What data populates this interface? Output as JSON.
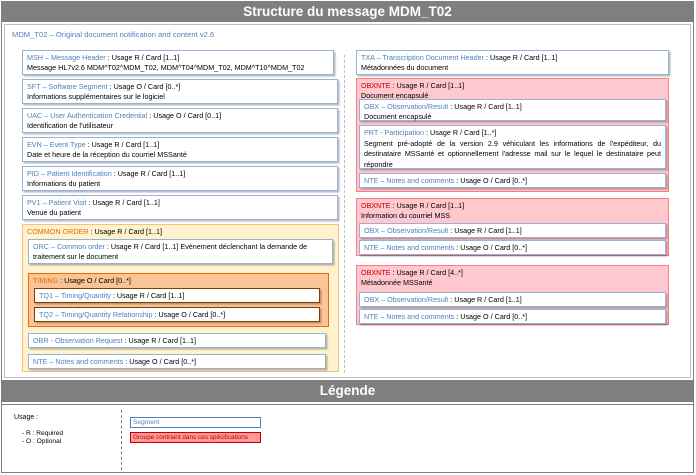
{
  "title": "Structure du message MDM_T02",
  "message_label": "MDM_T02 – Original document notification and content v2.6",
  "left": {
    "msh": {
      "name": "MSH – Message Header",
      "card": " : Usage R / Card [1..1]",
      "desc": "Message HL7v2.6 MDM^T02^MDM_T02, MDM^T04^MDM_T02, MDM^T10^MDM_T02"
    },
    "sft": {
      "name": "SFT – Software Segment",
      "card": " : Usage O / Card [0..*]",
      "desc": "Informations supplémentaires sur le logiciel"
    },
    "uac": {
      "name": "UAC – User Authentication Credential",
      "card": " : Usage O / Card [0..1]",
      "desc": "Identification de l'utilisateur"
    },
    "evn": {
      "name": "EVN – Event Type",
      "card": " : Usage R / Card [1..1]",
      "desc": "Date et heure de la réception du courriel MSSanté"
    },
    "pid": {
      "name": "PID – Patient Identification",
      "card": " :  Usage R / Card [1..1]",
      "desc": "Informations du patient"
    },
    "pv1": {
      "name": "PV1 – Patient Visit",
      "card": " : Usage R / Card [1..1]",
      "desc": "Venue du patient"
    },
    "common_order": {
      "name": "COMMON ORDER",
      "card": " : Usage R / Card [1..1]",
      "orc": {
        "name": "ORC – Common order",
        "card": " : Usage R / Card [1..1] Evènement déclenchant la demande de traitement sur le document"
      },
      "timing": {
        "name": "TIMING",
        "card": " : Usage O / Card [0..*]",
        "tq1": {
          "name": "TQ1 – Timing/Quantity",
          "card": " : Usage R / Card [1..1]"
        },
        "tq2": {
          "name": "TQ2 – Timing/Quantity Relationship",
          "card": " : Usage O / Card [0..*]"
        }
      },
      "obr": {
        "name": "OBR - Observation Request",
        "card": " : Usage R / Card [1..1]"
      },
      "nte": {
        "name": "NTE – Notes and comments",
        "card": " : Usage O / Card [0..*]"
      }
    }
  },
  "right": {
    "txa": {
      "name": "TXA – Transcription Document Header",
      "card": " : Usage R / Card [1..1]",
      "desc": "Métadonnées du document"
    },
    "group1": {
      "name": "OBXNTE",
      "card": " : Usage R / Card [1..1]",
      "desc": "Document encapsulé",
      "obx": {
        "name": "OBX – Observation/Result",
        "card": " : Usage R / Card [1..1]",
        "desc": "Document encapsulé"
      },
      "prt": {
        "name": "PRT - Participation",
        "card": " : Usage R / Card [1..*]",
        "desc": "Segment pré-adopté de la version 2.9 véhiculant les informations de l'expéditeur, du destinataire MSSanté et optionnellement l'adresse mail sur le lequel le destinataire peut répondre"
      },
      "nte": {
        "name": "NTE – Notes and comments",
        "card": " : Usage O / Card [0..*]"
      }
    },
    "group2": {
      "name": "OBXNTE",
      "card": " : Usage R / Card [1..1]",
      "desc": "Information du courriel MSS",
      "obx": {
        "name": "OBX – Observation/Result",
        "card": " : Usage R / Card [1..1]"
      },
      "nte": {
        "name": "NTE – Notes and comments",
        "card": " : Usage O / Card [0..*]"
      }
    },
    "group3": {
      "name": "OBXNTE",
      "card": " : Usage R / Card [4..*]",
      "desc": "Métadonnée MSSanté",
      "obx": {
        "name": "OBX – Observation/Result",
        "card": " : Usage R / Card [1..1]"
      },
      "nte": {
        "name": "NTE – Notes and comments",
        "card": " : Usage O / Card [0..*]"
      }
    }
  },
  "legend": {
    "title": "Légende",
    "usage_title": "Usage :",
    "items": [
      "-     R : Required",
      "-     O : Optional"
    ],
    "segment_label": "Segment",
    "group_label": "Groupe contraint dans ces spécifications"
  },
  "colors": {
    "header_bar": "#7f7f7f",
    "segment_blue": "#4f81bd",
    "group_red": "#ffc7ce",
    "order_yellow": "#fff2cc",
    "timing_orange": "#f9c496"
  }
}
